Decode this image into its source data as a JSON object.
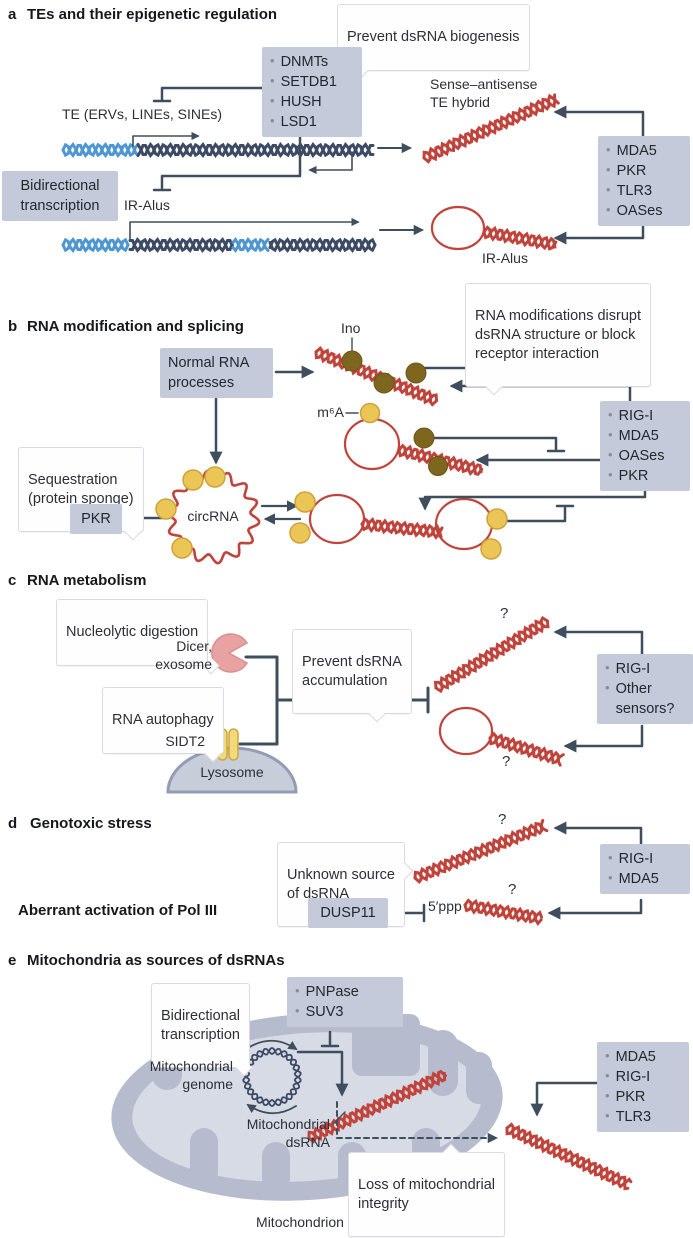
{
  "colors": {
    "line": "#3e4e5c",
    "rna_red": "#c0443c",
    "dna_blue": "#4f97d0",
    "dna_navy": "#3d4a64",
    "box_gray": "#c4cad9",
    "ino_brown": "#7e661f",
    "protein_yellow": "#ecc557"
  },
  "panel_a": {
    "letter": "a",
    "title": "TEs and their epigenetic regulation",
    "callout_prevent": "Prevent dsRNA biogenesis",
    "epigenetic_factors": [
      "DNMTs",
      "SETDB1",
      "HUSH",
      "LSD1"
    ],
    "te_label": "TE (ERVs, LINEs, SINEs)",
    "bidirectional_label": "Bidirectional\ntranscription",
    "ir_alus_gene_label": "IR-Alus",
    "hybrid_label": "Sense–antisense\nTE hybrid",
    "sensors": [
      "MDA5",
      "PKR",
      "TLR3",
      "OASes"
    ],
    "ir_alus_rna_label": "IR-Alus"
  },
  "panel_b": {
    "letter": "b",
    "title": "RNA modification and splicing",
    "normal_box": "Normal RNA\nprocesses",
    "ino_label": "Ino",
    "m6a_label": "m⁶A",
    "callout_modifications": "RNA modifications disrupt\ndsRNA structure or block\nreceptor interaction",
    "sensors": [
      "RIG-I",
      "MDA5",
      "OASes",
      "PKR"
    ],
    "callout_sequestration": "Sequestration\n(protein sponge)",
    "pkr_label": "PKR",
    "circrna_label": "circRNA"
  },
  "panel_c": {
    "letter": "c",
    "title": "RNA metabolism",
    "callout_nucleolytic": "Nucleolytic digestion",
    "dicer_label": "Dicer,\nexosome",
    "callout_prevent": "Prevent dsRNA\naccumulation",
    "callout_autophagy": "RNA autophagy",
    "sidt2_label": "SIDT2",
    "lysosome_label": "Lysosome",
    "sensors": [
      "RIG-I",
      "Other sensors?"
    ],
    "q1": "?",
    "q2": "?"
  },
  "panel_d": {
    "letter": "d",
    "title": "Genotoxic stress",
    "callout_unknown": "Unknown source\nof dsRNA",
    "aberrant_label": "Aberrant activation of Pol III",
    "dusp11_label": "DUSP11",
    "fiveppp_label": "5′ppp",
    "sensors": [
      "RIG-I",
      "MDA5"
    ],
    "q1": "?",
    "q2": "?"
  },
  "panel_e": {
    "letter": "e",
    "title": "Mitochondria as sources of dsRNAs",
    "callout_bidirectional": "Bidirectional\ntranscription",
    "enzymes": [
      "PNPase",
      "SUV3"
    ],
    "genome_label": "Mitochondrial\ngenome",
    "mtdsrna_label": "Mitochondrial\ndsRNA",
    "callout_loss": "Loss of mitochondrial\nintegrity",
    "mitochondrion_label": "Mitochondrion",
    "sensors": [
      "MDA5",
      "RIG-I",
      "PKR",
      "TLR3"
    ]
  }
}
